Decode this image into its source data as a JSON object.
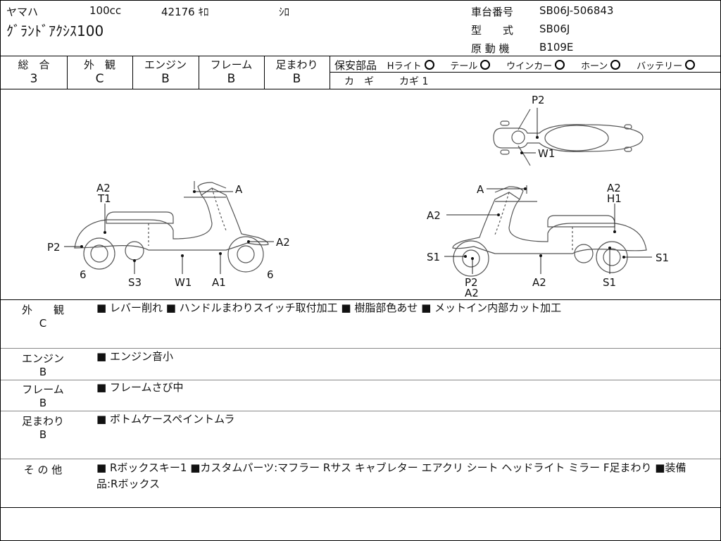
{
  "header": {
    "maker": "ヤマハ",
    "cc": "100cc",
    "mileage": "42176 ｷﾛ",
    "color": "ｼﾛ",
    "model_name": "ｸﾞﾗﾝﾄﾞｱｸｼｽ100",
    "chassis_label": "車台番号",
    "chassis_value": "SB06J-506843",
    "type_label": "型　　式",
    "type_value": "SB06J",
    "engine_label": "原 動 機",
    "engine_value": "B109E"
  },
  "grades": {
    "total_label": "総　合",
    "total_value": "3",
    "exterior_label": "外　観",
    "exterior_value": "C",
    "engine_label": "エンジン",
    "engine_value": "B",
    "frame_label": "フレーム",
    "frame_value": "B",
    "suspension_label": "足まわり",
    "suspension_value": "B"
  },
  "safety": {
    "label": "保安部品",
    "headlight": "Hライト",
    "tail": "テール",
    "winker": "ウインカー",
    "horn": "ホーン",
    "battery": "バッテリー",
    "key_label": "カ　ギ",
    "key_value": "カギ 1"
  },
  "diagram": {
    "top_labels": [
      "P2",
      "W1"
    ],
    "left_labels": [
      "A2",
      "T1",
      "A",
      "P2",
      "A2",
      "6",
      "S3",
      "W1",
      "A1",
      "6"
    ],
    "right_labels": [
      "A",
      "A2",
      "H1",
      "A2",
      "S1",
      "S1",
      "P2",
      "A2",
      "A2",
      "S1"
    ]
  },
  "notes": [
    {
      "label": "外　　観",
      "grade": "C",
      "text": "■ レバー削れ ■ ハンドルまわりスイッチ取付加工 ■ 樹脂部色あせ ■ メットイン内部カット加工"
    },
    {
      "label": "エンジン",
      "grade": "B",
      "text": "■ エンジン音小"
    },
    {
      "label": "フレーム",
      "grade": "B",
      "text": "■ フレームさび中"
    },
    {
      "label": "足まわり",
      "grade": "B",
      "text": "■ ボトムケースペイントムラ"
    },
    {
      "label": "そ の 他",
      "grade": "",
      "text": "■ Rボックスキー1 ■カスタムパーツ:マフラー Rサス キャブレター エアクリ シート ヘッドライト ミラー F足まわり ■装備品:Rボックス"
    }
  ]
}
